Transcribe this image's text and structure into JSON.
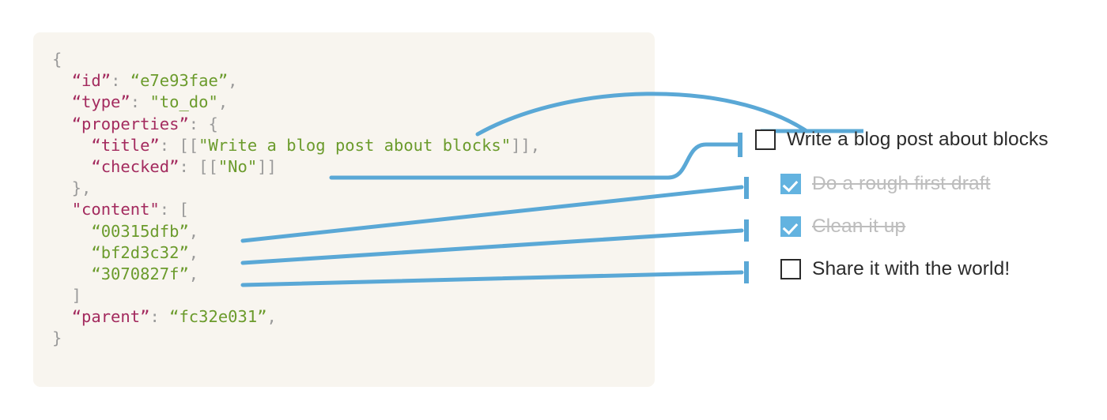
{
  "diagram": {
    "title": "Notion block JSON mapped to a rendered to-do list",
    "accent_color": "#5aa8d6",
    "panel_color": "#f8f5ef",
    "key_color": "#a32a5e",
    "string_color": "#6b9b2c",
    "punctuation_color": "#9a9a9a",
    "checked_box_color": "#63b3e0",
    "done_text_color": "#bdbdbd",
    "active_text_color": "#2b2b2b"
  },
  "code": {
    "language": "json",
    "lines": [
      [
        {
          "t": "{",
          "c": "pun"
        }
      ],
      [
        {
          "t": "  ",
          "c": "pun"
        },
        {
          "t": "“id”",
          "c": "key"
        },
        {
          "t": ": ",
          "c": "pun"
        },
        {
          "t": "“e7e93fae”",
          "c": "str"
        },
        {
          "t": ",",
          "c": "pun"
        }
      ],
      [
        {
          "t": "  ",
          "c": "pun"
        },
        {
          "t": "“type”",
          "c": "key"
        },
        {
          "t": ": ",
          "c": "pun"
        },
        {
          "t": "\"to_do\"",
          "c": "str"
        },
        {
          "t": ",",
          "c": "pun"
        }
      ],
      [
        {
          "t": "  ",
          "c": "pun"
        },
        {
          "t": "“properties”",
          "c": "key"
        },
        {
          "t": ": {",
          "c": "pun"
        }
      ],
      [
        {
          "t": "    ",
          "c": "pun"
        },
        {
          "t": "“title”",
          "c": "key"
        },
        {
          "t": ": [[",
          "c": "pun"
        },
        {
          "t": "\"Write a blog post about blocks\"",
          "c": "str"
        },
        {
          "t": "]],",
          "c": "pun"
        }
      ],
      [
        {
          "t": "    ",
          "c": "pun"
        },
        {
          "t": "“checked”",
          "c": "key"
        },
        {
          "t": ": [[",
          "c": "pun"
        },
        {
          "t": "\"No\"",
          "c": "str"
        },
        {
          "t": "]]",
          "c": "pun"
        }
      ],
      [
        {
          "t": "  },",
          "c": "pun"
        }
      ],
      [
        {
          "t": "  ",
          "c": "pun"
        },
        {
          "t": "\"content\"",
          "c": "key"
        },
        {
          "t": ": [",
          "c": "pun"
        }
      ],
      [
        {
          "t": "    ",
          "c": "pun"
        },
        {
          "t": "“00315dfb”",
          "c": "str"
        },
        {
          "t": ",",
          "c": "pun"
        }
      ],
      [
        {
          "t": "    ",
          "c": "pun"
        },
        {
          "t": "“bf2d3c32”",
          "c": "str"
        },
        {
          "t": ",",
          "c": "pun"
        }
      ],
      [
        {
          "t": "    ",
          "c": "pun"
        },
        {
          "t": "“3070827f”",
          "c": "str"
        },
        {
          "t": ",",
          "c": "pun"
        }
      ],
      [
        {
          "t": "  ]",
          "c": "pun"
        }
      ],
      [
        {
          "t": "  ",
          "c": "pun"
        },
        {
          "t": "“parent”",
          "c": "key"
        },
        {
          "t": ": ",
          "c": "pun"
        },
        {
          "t": "“fc32e031”",
          "c": "str"
        },
        {
          "t": ",",
          "c": "pun"
        }
      ],
      [
        {
          "t": "}",
          "c": "pun"
        }
      ]
    ]
  },
  "todo_list": {
    "items": [
      {
        "label": "Write a blog post about blocks",
        "checked": false,
        "icon": "checkbox-unchecked-icon"
      },
      {
        "label": "Do a rough first draft",
        "checked": true,
        "icon": "checkbox-checked-icon"
      },
      {
        "label": "Clean it up",
        "checked": true,
        "icon": "checkbox-checked-icon"
      },
      {
        "label": "Share it with the world!",
        "checked": false,
        "icon": "checkbox-unchecked-icon"
      }
    ]
  },
  "connectors": [
    {
      "name": "title-to-label",
      "from": "json title value",
      "to": "underline of first to-do label",
      "style": "arc"
    },
    {
      "name": "checked-to-checkbox",
      "from": "json checked value",
      "to": "first checkbox",
      "style": "s-curve"
    },
    {
      "name": "content-0-to-row-1",
      "from": "“00315dfb”",
      "to": "second checkbox",
      "style": "straight"
    },
    {
      "name": "content-1-to-row-2",
      "from": "“bf2d3c32”",
      "to": "third checkbox",
      "style": "straight"
    },
    {
      "name": "content-2-to-row-3",
      "from": "“3070827f”",
      "to": "fourth checkbox",
      "style": "straight"
    }
  ]
}
